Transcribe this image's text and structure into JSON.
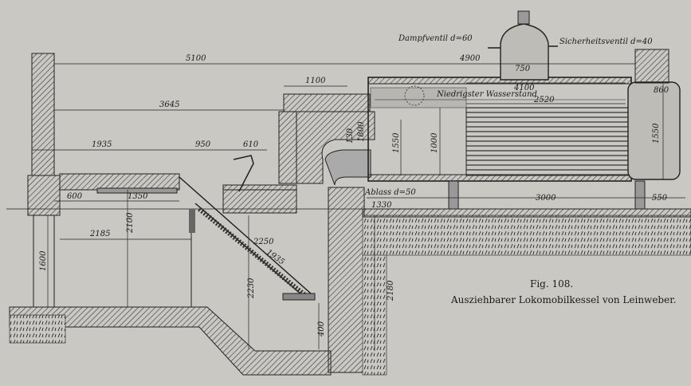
{
  "labels": {
    "steam_valve": "Dampfventil d=60",
    "safety_valve": "Sicherheitsventil d=40",
    "water_level": "Niedrigster Wasserstand",
    "drain": "Ablass d=50"
  },
  "dimensions": {
    "d5100": "5100",
    "d4900": "4900",
    "d4100": "4100",
    "d3645": "3645",
    "d1100": "1100",
    "d2520": "2520",
    "d1935": "1935",
    "d950": "950",
    "d610": "610",
    "d600": "600",
    "d1350": "1350",
    "d750": "750",
    "d860": "860",
    "d1550a": "1550",
    "d1000": "1000",
    "d1550b": "1550",
    "d130": "130",
    "d1800": "1800",
    "d1330": "1330",
    "d3000": "3000",
    "d550": "550",
    "d2185": "2185",
    "d2100": "2100",
    "d2250": "2250",
    "d1935b": "1935",
    "d1600": "1600",
    "d2230": "2230",
    "d2180": "2180",
    "d400": "400"
  },
  "caption": {
    "fig": "Fig. 108.",
    "title": "Ausziehbarer Lokomobilkessel von Leinweber."
  }
}
